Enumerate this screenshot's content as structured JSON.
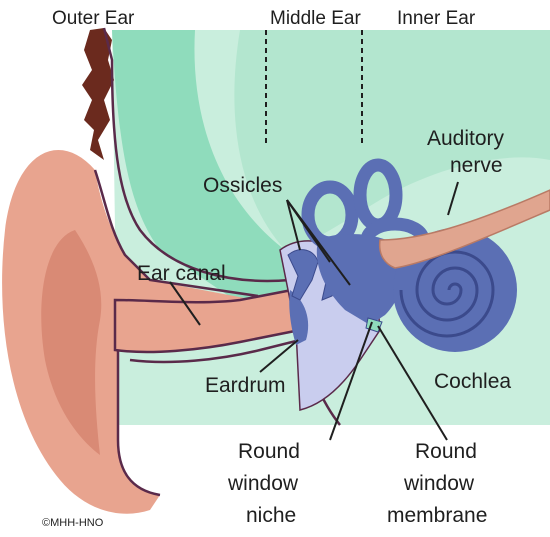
{
  "regions": {
    "outer_ear": "Outer Ear",
    "middle_ear": "Middle Ear",
    "inner_ear": "Inner Ear"
  },
  "labels": {
    "auditory_nerve_line1": "Auditory",
    "auditory_nerve_line2": "nerve",
    "ossicles": "Ossicles",
    "ear_canal": "Ear canal",
    "eardrum": "Eardrum",
    "cochlea": "Cochlea",
    "round_window_niche_line1": "Round",
    "round_window_niche_line2": "window",
    "round_window_niche_line3": "niche",
    "round_window_membrane_line1": "Round",
    "round_window_membrane_line2": "window",
    "round_window_membrane_line3": "membrane"
  },
  "copyright": "©MHH-HNO",
  "colors": {
    "tissue_mint": "#c9eedd",
    "tissue_green": "#8fdcbc",
    "skin": "#e8a48f",
    "skin_dark": "#d98a75",
    "canal_outline": "#5a2a4a",
    "inner_ear_blue": "#5b6fb4",
    "inner_ear_dark": "#3b4a8c",
    "ossicle_lavender": "#c9cdee",
    "hair": "#6b2a1e",
    "nerve": "#e0a58f"
  }
}
